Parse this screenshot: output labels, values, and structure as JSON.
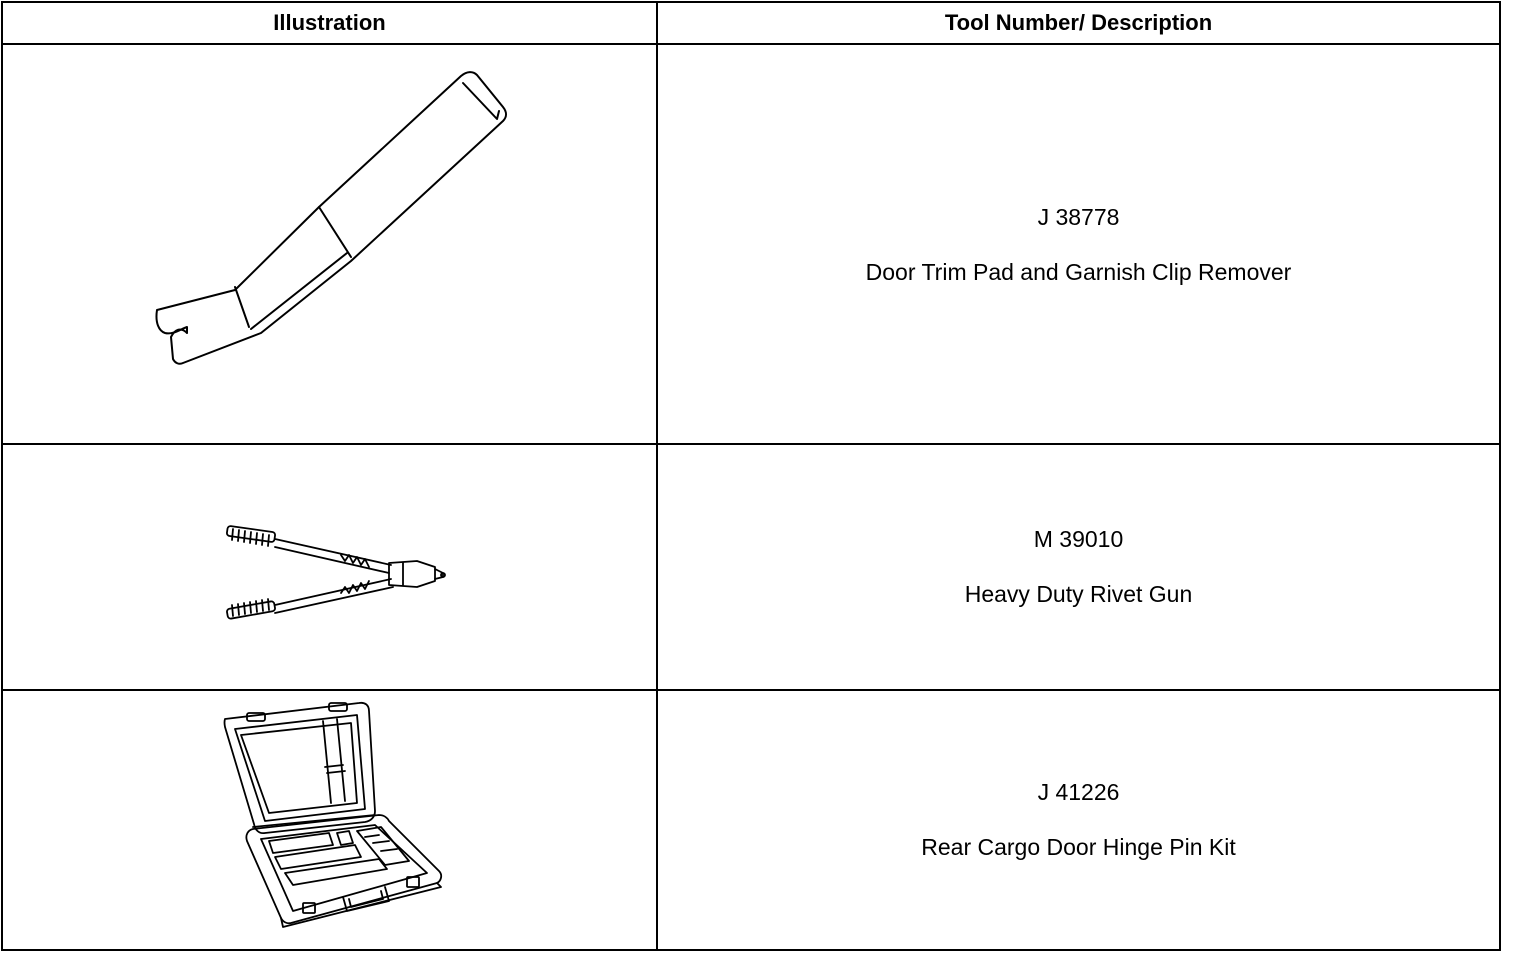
{
  "table": {
    "headers": {
      "illustration": "Illustration",
      "tool": "Tool Number/ Description"
    },
    "rows": [
      {
        "tool_number": "J 38778",
        "description": "Door Trim Pad and Garnish Clip Remover",
        "illustration_icon": "clip-remover-tool-icon"
      },
      {
        "tool_number": "M 39010",
        "description": "Heavy Duty Rivet Gun",
        "illustration_icon": "rivet-gun-icon"
      },
      {
        "tool_number": "J 41226",
        "description": "Rear Cargo Door Hinge Pin Kit",
        "illustration_icon": "hinge-pin-kit-case-icon"
      }
    ]
  }
}
